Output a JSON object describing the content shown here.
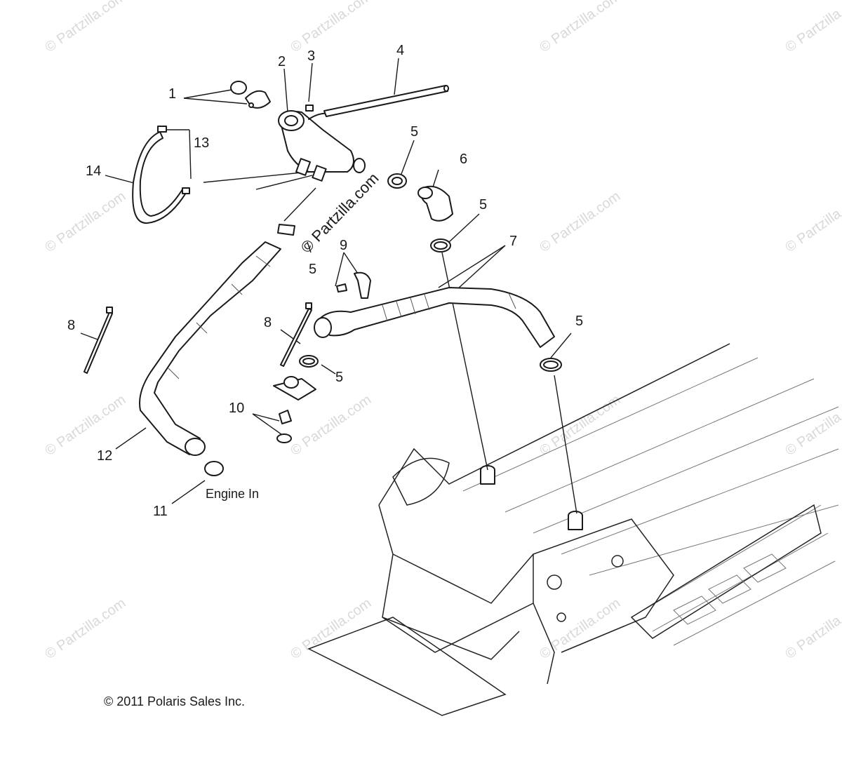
{
  "diagram": {
    "callouts": [
      {
        "id": "c1",
        "text": "1"
      },
      {
        "id": "c2",
        "text": "2"
      },
      {
        "id": "c3",
        "text": "3"
      },
      {
        "id": "c4",
        "text": "4"
      },
      {
        "id": "c5a",
        "text": "5"
      },
      {
        "id": "c5b",
        "text": "5"
      },
      {
        "id": "c5c",
        "text": "5"
      },
      {
        "id": "c5d",
        "text": "5"
      },
      {
        "id": "c5e",
        "text": "5"
      },
      {
        "id": "c6",
        "text": "6"
      },
      {
        "id": "c7",
        "text": "7"
      },
      {
        "id": "c8a",
        "text": "8"
      },
      {
        "id": "c8b",
        "text": "8"
      },
      {
        "id": "c9",
        "text": "9"
      },
      {
        "id": "c10",
        "text": "10"
      },
      {
        "id": "c11",
        "text": "11"
      },
      {
        "id": "c12",
        "text": "12"
      },
      {
        "id": "c13",
        "text": "13"
      },
      {
        "id": "c14",
        "text": "14"
      }
    ],
    "engine_label": "Engine In",
    "copyright": "© 2011 Polaris Sales Inc.",
    "watermark": "© Partzilla.com",
    "stamp": "© Partzilla.com"
  }
}
